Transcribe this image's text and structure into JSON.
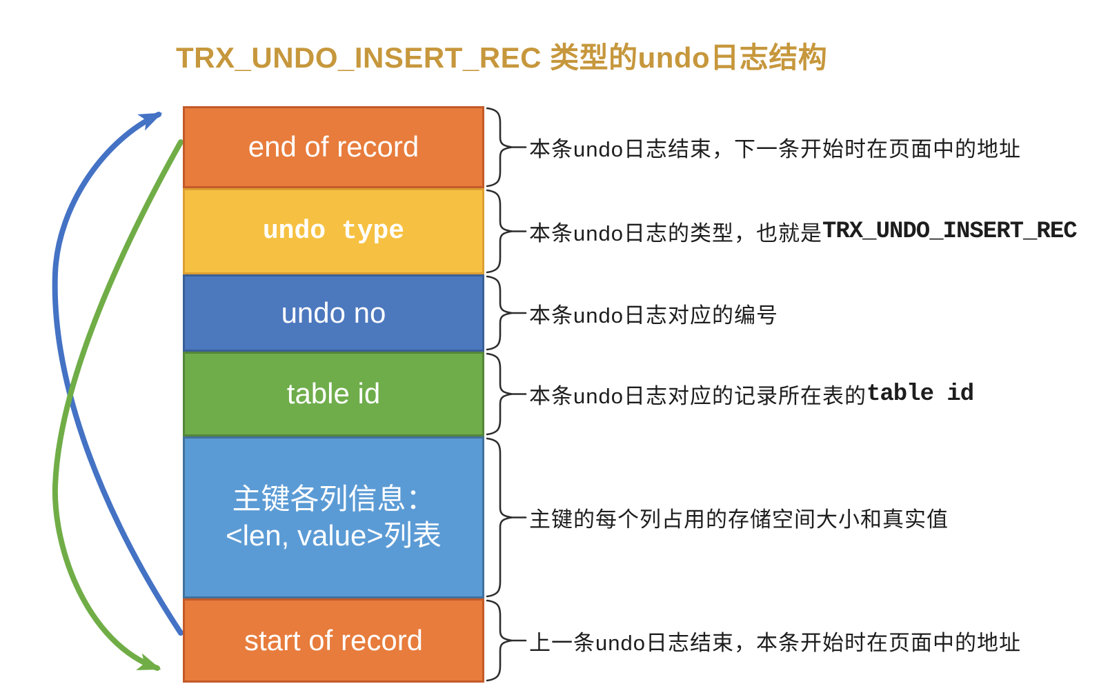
{
  "title": "TRX_UNDO_INSERT_REC 类型的undo日志结构",
  "title_color": "#C6973C",
  "arrows": {
    "blue_color": "#4472C4",
    "green_color": "#70AD47"
  },
  "brace_color": "#2D2D2D",
  "diagram": {
    "boxes": [
      {
        "label": "end of record",
        "label2": "",
        "fill": "#E77C3C",
        "border": "#C35A28",
        "note_pre": "本条undo日志结束，下一条开始时在页面中的地址",
        "note_mono": ""
      },
      {
        "label": "undo type",
        "label2": "",
        "fill": "#F6C142",
        "border": "#DC9F32",
        "note_pre": "本条undo日志的类型，也就是",
        "note_mono": "TRX_UNDO_INSERT_REC"
      },
      {
        "label": "undo no",
        "label2": "",
        "fill": "#4C78BE",
        "border": "#3A5F97",
        "note_pre": "本条undo日志对应的编号",
        "note_mono": ""
      },
      {
        "label": "table id",
        "label2": "",
        "fill": "#6FAD4B",
        "border": "#55863A",
        "note_pre": "本条undo日志对应的记录所在表的 ",
        "note_mono": "table id"
      },
      {
        "label": "主键各列信息：",
        "label2": "<len, value>列表",
        "fill": "#5B9BD5",
        "border": "#41719C",
        "note_pre": "主键的每个列占用的存储空间大小和真实值",
        "note_mono": ""
      },
      {
        "label": "start of record",
        "label2": "",
        "fill": "#E77C3C",
        "border": "#C35A28",
        "note_pre": "上一条undo日志结束，本条开始时在页面中的地址",
        "note_mono": ""
      }
    ]
  }
}
